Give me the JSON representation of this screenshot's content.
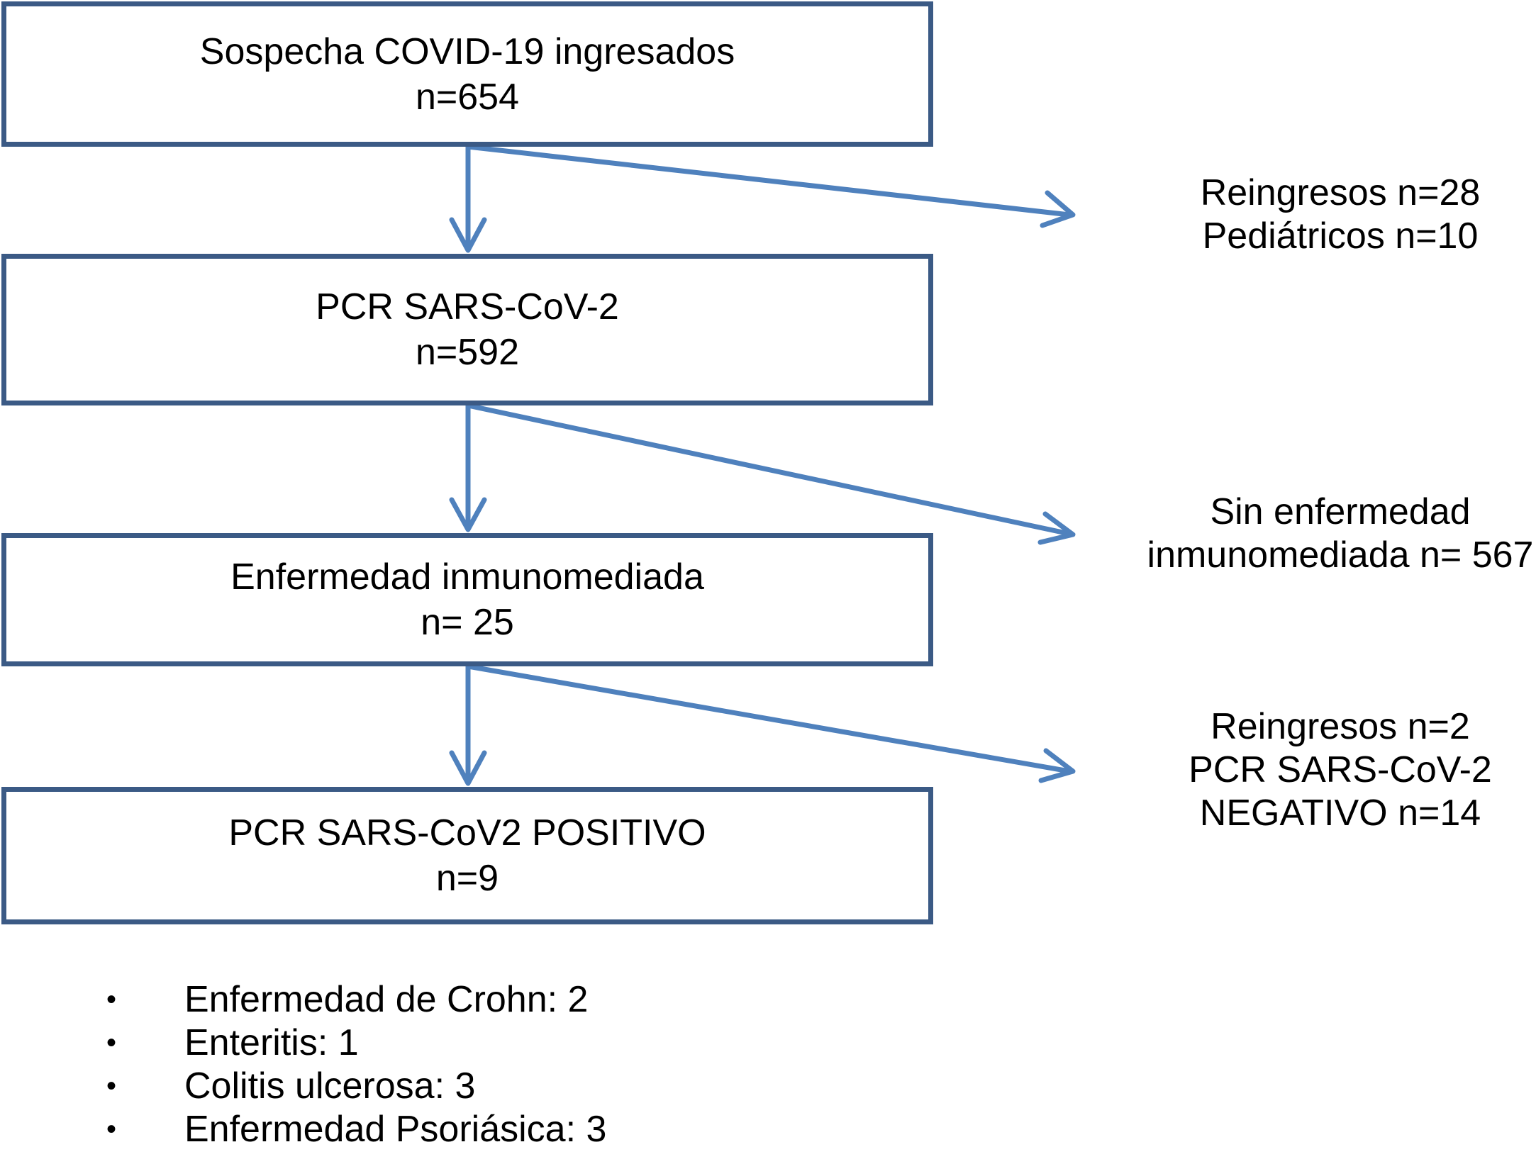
{
  "boxes": [
    {
      "title": "Sospecha COVID-19 ingresados",
      "count": "n=654"
    },
    {
      "title": "PCR SARS-CoV-2",
      "count": "n=592"
    },
    {
      "title": "Enfermedad inmunomediada",
      "count": "n= 25"
    },
    {
      "title": "PCR SARS-CoV2 POSITIVO",
      "count": "n=9"
    }
  ],
  "exclusions": [
    {
      "lines": [
        "Reingresos n=28",
        "Pediátricos n=10"
      ]
    },
    {
      "lines": [
        "Sin enfermedad",
        "inmunomediada n= 567"
      ]
    },
    {
      "lines": [
        "Reingresos n=2",
        "PCR SARS-CoV-2",
        "NEGATIVO n=14"
      ]
    }
  ],
  "breakdown": {
    "bullet": "•",
    "items": [
      "Enfermedad de Crohn: 2",
      "Enteritis: 1",
      "Colitis ulcerosa: 3",
      "Enfermedad Psoriásica: 3"
    ]
  },
  "colors": {
    "box_border": "#3b5a85",
    "arrow": "#4f81bd"
  }
}
